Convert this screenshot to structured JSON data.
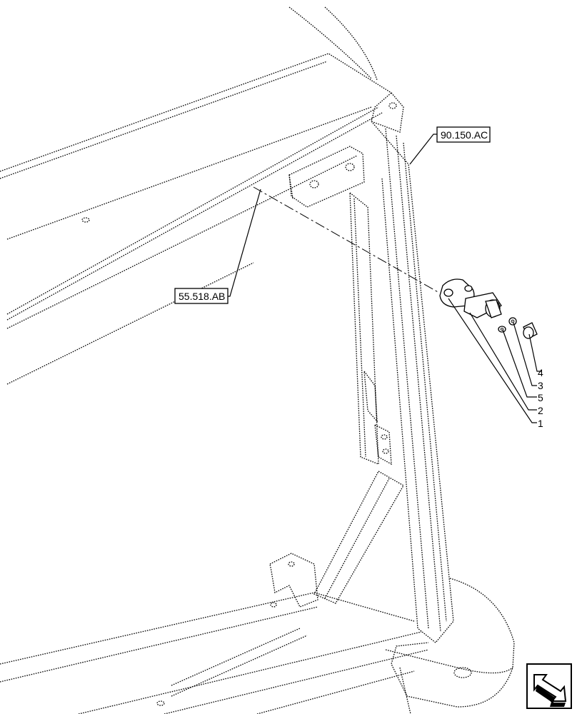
{
  "references": [
    {
      "id": "ref-upper",
      "text": "90.150.AC"
    },
    {
      "id": "ref-lower",
      "text": "55.518.AB"
    }
  ],
  "part_labels": [
    "4",
    "3",
    "5",
    "2",
    "1"
  ],
  "icons": {
    "corner": "navigation-arrow-icon"
  }
}
